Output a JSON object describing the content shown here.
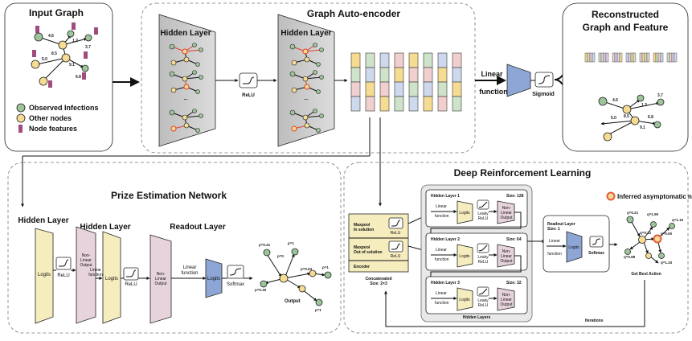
{
  "input_graph": {
    "title": "Input Graph",
    "edge_weights": [
      "4.6",
      "1.2",
      "3.7",
      "8.5",
      "5.0",
      "9.1",
      "6.8"
    ],
    "legend": {
      "observed": "Observed Infections",
      "other": "Other nodes",
      "features": "Node features"
    }
  },
  "autoencoder": {
    "title": "Graph Auto-encoder",
    "hidden_layer_1": "Hidden Layer",
    "hidden_layer_2": "Hidden Layer",
    "relu": "ReLU",
    "ellipsis_1": "...",
    "ellipsis_2": "..."
  },
  "decoder": {
    "linear": "Linear",
    "function": "function",
    "sigmoid": "Sigmoid"
  },
  "reconstructed": {
    "title_line1": "Reconstructed",
    "title_line2": "Graph and Feature",
    "edge_weights": [
      "4.6",
      "1.2",
      "3.7",
      "8.5",
      "5.0",
      "9.1",
      "6.8"
    ]
  },
  "prize_network": {
    "title": "Prize Estimation Network",
    "hidden_layer_1": "Hidden Layer",
    "hidden_layer_2": "Hidden Layer",
    "readout_layer": "Readout Layer",
    "logits_1": "Logits",
    "logits_2": "Logits",
    "logits_3": "Logits",
    "relu_1": "ReLU",
    "relu_2": "ReLU",
    "nonlinear_1": [
      "Non-",
      "Linear",
      "Output"
    ],
    "nonlinear_2": [
      "Non-",
      "Linear",
      "Output"
    ],
    "linear_function_1": [
      "Linear",
      "function"
    ],
    "linear_function_2": [
      "Linear",
      "function"
    ],
    "softmax": "Softmax",
    "output": "Output",
    "p_labels": [
      "p=0.41",
      "p=1",
      "p=0",
      "p=0.63",
      "p=1",
      "p=0.18",
      "p=1"
    ]
  },
  "drl": {
    "title": "Deep Reinforcement Learning",
    "inferred_label": "Inferred asymptomatic node",
    "maxpool_in": [
      "Maxpool",
      "In solution"
    ],
    "maxpool_out": [
      "Maxpool",
      "Out of solution"
    ],
    "relu_a": "ReLU",
    "relu_b": "ReLU",
    "encoder": "Encoder",
    "concatenated": [
      "Concatenated",
      "Size: 2×3"
    ],
    "hidden_layers": [
      {
        "name": "Hidden Layer 1",
        "size": "Size: 128"
      },
      {
        "name": "Hidden Layer 2",
        "size": "Size: 64"
      },
      {
        "name": "Hidden Layer 3",
        "size": "Size: 32"
      }
    ],
    "linear_function": [
      "Linear",
      "function"
    ],
    "logits": "Logits",
    "leaky_relu": [
      "Leaky",
      "ReLU"
    ],
    "nonlinear": [
      "Non-",
      "Linear",
      "Output"
    ],
    "hidden_layers_label": "Hidden Layers",
    "readout_layer": [
      "Readout Layer",
      "Size: 1"
    ],
    "readout_logits": "Logits",
    "softmax": "Softmax",
    "q_labels": [
      "q=1.90",
      "q=0.21",
      "q=1.15",
      "q=0.12",
      "q=0.60",
      "q=0.88",
      "q=1.33"
    ],
    "get_best_action": "Get Best Action",
    "iterations": "Iterations"
  },
  "colors": {
    "observed_node": "#9cc59a",
    "other_node": "#f6dc93",
    "feature_bar": "#a24b7d",
    "logits_fill": "#f6edbf",
    "nonlinear_fill": "#e6d3dc",
    "readout_fill": "#8ea6d6",
    "inferred_ring": "#e65a3a",
    "vector_colors": [
      "#f6dc93",
      "#cfe3ca",
      "#f2cfcf",
      "#cfd9ee",
      "#e7d3e6"
    ]
  },
  "icons": [
    "activation-curve-icon",
    "funnel-icon",
    "arrow-icon"
  ]
}
